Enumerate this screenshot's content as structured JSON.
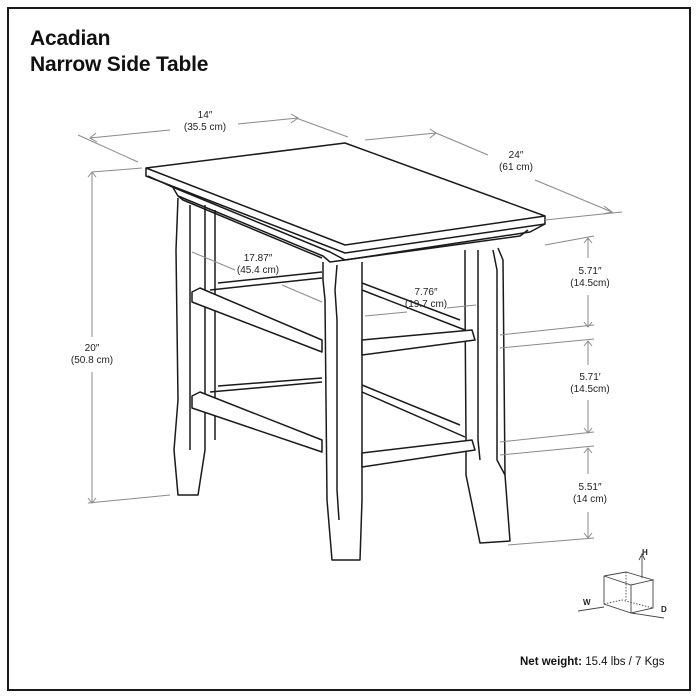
{
  "title": {
    "line1": "Acadian",
    "line2": "Narrow Side Table"
  },
  "dimensions": {
    "width": {
      "in": "14″",
      "cm": "(35.5 cm)"
    },
    "depth": {
      "in": "24″",
      "cm": "(61 cm)"
    },
    "height": {
      "in": "20″",
      "cm": "(50.8 cm)"
    },
    "inner_depth": {
      "in": "17.87″",
      "cm": "(45.4 cm)"
    },
    "inner_width": {
      "in": "7.76″",
      "cm": "(19.7 cm)"
    },
    "shelf_gap_top": {
      "in": "5.71″",
      "cm": "(14.5cm)"
    },
    "shelf_gap_middle": {
      "in": "5.71′",
      "cm": "(14.5cm)"
    },
    "shelf_gap_bottom": {
      "in": "5.51″",
      "cm": "(14 cm)"
    }
  },
  "axis_legend": {
    "h": "H",
    "w": "W",
    "d": "D"
  },
  "weight": {
    "label": "Net weight:",
    "value": "15.4 lbs / 7 Kgs"
  },
  "colors": {
    "line": "#1a1a1a",
    "dimension_line": "#8a8a8a",
    "text": "#111111"
  }
}
